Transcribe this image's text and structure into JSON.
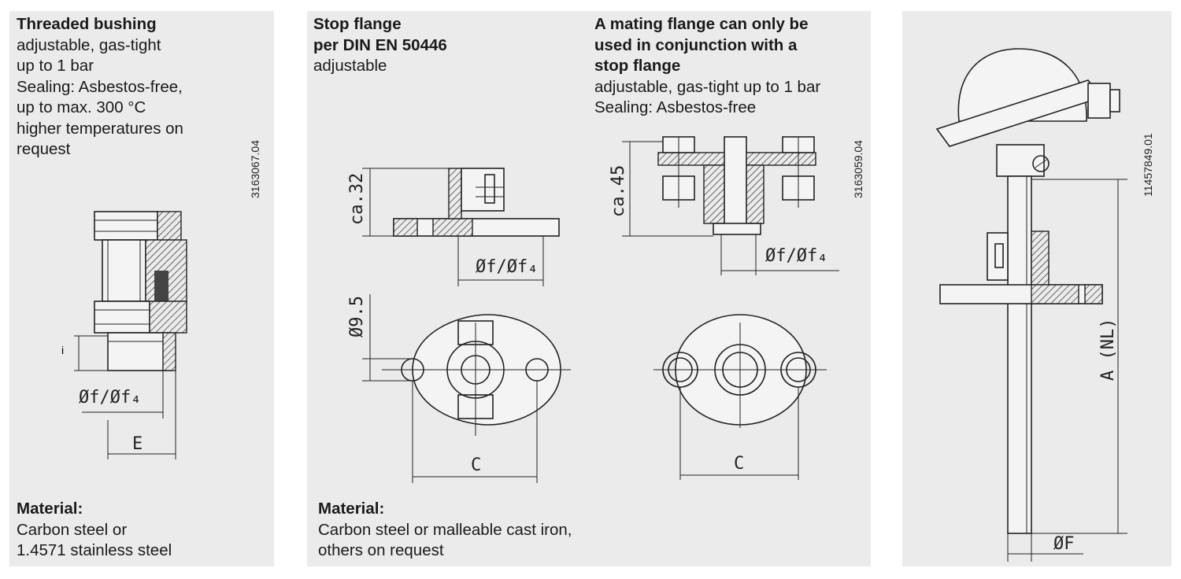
{
  "panel1": {
    "title": "Threaded bushing",
    "lines": [
      "adjustable, gas-tight",
      "up to 1 bar",
      "Sealing: Asbestos-free,",
      "up to max. 300 °C",
      "higher temperatures on",
      "request"
    ],
    "code": "3163067.04",
    "labels": {
      "diameter": "Øf/Øf₄",
      "e": "E",
      "i": "i"
    },
    "material_title": "Material:",
    "material_lines": [
      "Carbon steel or",
      "1.4571 stainless steel"
    ]
  },
  "panel2": {
    "left_title_lines": [
      "Stop flange",
      "per DIN EN 50446"
    ],
    "left_sub": "adjustable",
    "right_title_lines": [
      "A mating flange can only be",
      "used in conjunction with a",
      "stop flange"
    ],
    "right_sub_lines": [
      "adjustable, gas-tight up to 1 bar",
      "Sealing: Asbestos-free"
    ],
    "code": "3163059.04",
    "labels": {
      "ca32": "ca.32",
      "ca45": "ca.45",
      "diameter_left": "Øf/Øf₄",
      "diameter_right": "Øf/Øf₄",
      "hole": "Ø9.5",
      "c_left": "C",
      "c_right": "C"
    },
    "material_title": "Material:",
    "material_lines": [
      "Carbon steel or malleable cast iron,",
      "others on request"
    ]
  },
  "panel3": {
    "code": "11457849.01",
    "labels": {
      "length": "A (NL)",
      "diameter": "ØF"
    }
  }
}
